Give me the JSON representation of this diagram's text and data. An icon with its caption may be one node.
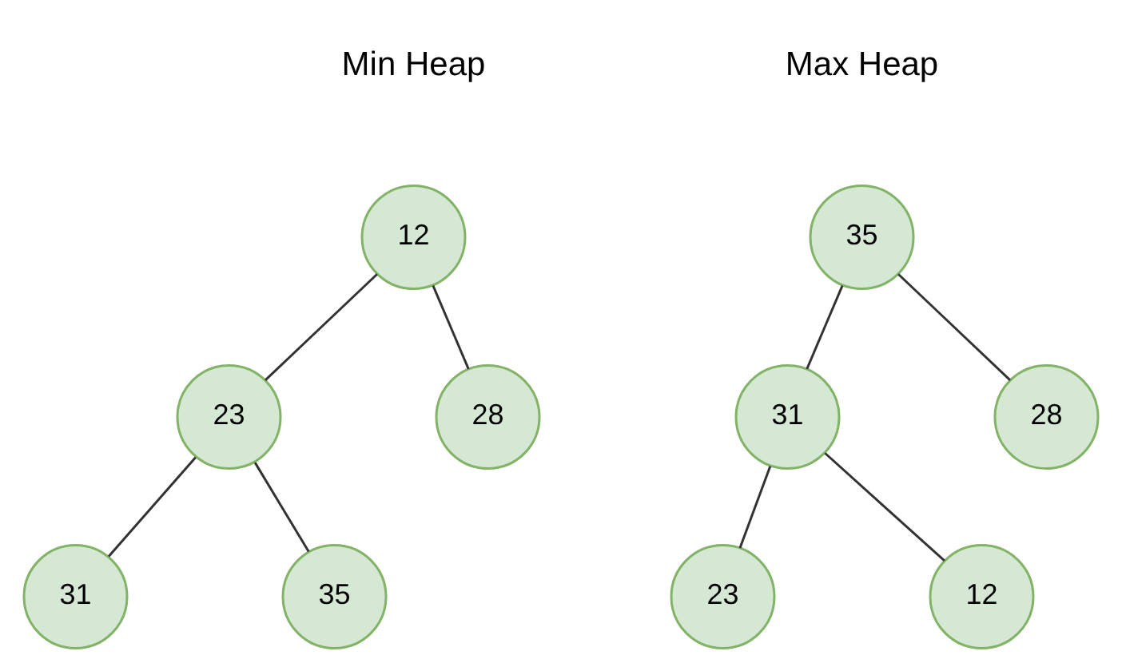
{
  "diagram": {
    "nodes": [
      {
        "text": [
          "12"
        ]
      },
      {
        "text": [
          "23"
        ]
      },
      {
        "text": [
          "28"
        ]
      },
      {
        "text": [
          "31"
        ]
      },
      {
        "text": [
          "35"
        ]
      },
      {
        "text": [
          "35"
        ]
      },
      {
        "text": [
          "31"
        ]
      },
      {
        "text": [
          "28"
        ]
      },
      {
        "text": [
          "23"
        ]
      },
      {
        "text": [
          "12"
        ]
      }
    ],
    "edges": [
      {
        "from": 0,
        "to": 1,
        "arrow": "none"
      },
      {
        "from": 0,
        "to": 2,
        "arrow": "none"
      },
      {
        "from": 1,
        "to": 3,
        "arrow": "none"
      },
      {
        "from": 1,
        "to": 4,
        "arrow": "none"
      },
      {
        "from": 5,
        "to": 6,
        "arrow": "none"
      },
      {
        "from": 5,
        "to": 7,
        "arrow": "none"
      },
      {
        "from": 6,
        "to": 8,
        "arrow": "none"
      },
      {
        "from": 6,
        "to": 9,
        "arrow": "none"
      }
    ],
    "labels": [
      "Min Heap",
      "Max Heap"
    ]
  }
}
